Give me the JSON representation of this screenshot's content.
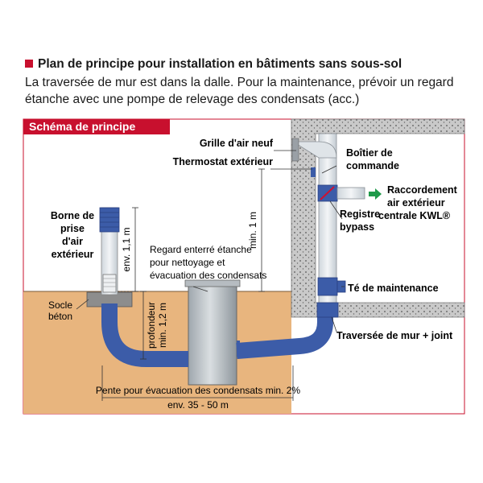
{
  "header": {
    "title": "Plan de principe pour installation en bâtiments sans sous-sol",
    "subtitle": "La traversée de mur est dans la dalle. Pour la maintenance, prévoir un regard étanche avec une pompe de relevage des condensats (acc.)"
  },
  "section_tag": "Schéma de principe",
  "labels": {
    "borne_1": "Borne de",
    "borne_2": "prise",
    "borne_3": "d'air",
    "borne_4": "extérieur",
    "socle_1": "Socle",
    "socle_2": "béton",
    "env_height": "env. 1,1 m",
    "profondeur_1": "profondeur",
    "profondeur_2": "min. 1,2 m",
    "regard_1": "Regard enterré étanche",
    "regard_2": "pour nettoyage et",
    "regard_3": "évacuation des condensats",
    "min_height": "min. 1 m",
    "grille": "Grille d'air neuf",
    "thermostat": "Thermostat extérieur",
    "boitier_1": "Boîtier de",
    "boitier_2": "commande",
    "raccord_1": "Raccordement",
    "raccord_2": "air extérieur",
    "raccord_3": "centrale KWL®",
    "registre_1": "Registre",
    "registre_2": "bypass",
    "te": "Té de maintenance",
    "traversee": "Traversée de mur + joint",
    "pente": "Pente pour évacuation des condensats min. 2%",
    "env_length": "env. 35 - 50 m"
  },
  "colors": {
    "accent_red": "#c8102e",
    "pipe_blue": "#3c5ca8",
    "soil": "#e8b57e",
    "concrete": "#c9c9c9",
    "arrow_green": "#1f9a4a"
  }
}
